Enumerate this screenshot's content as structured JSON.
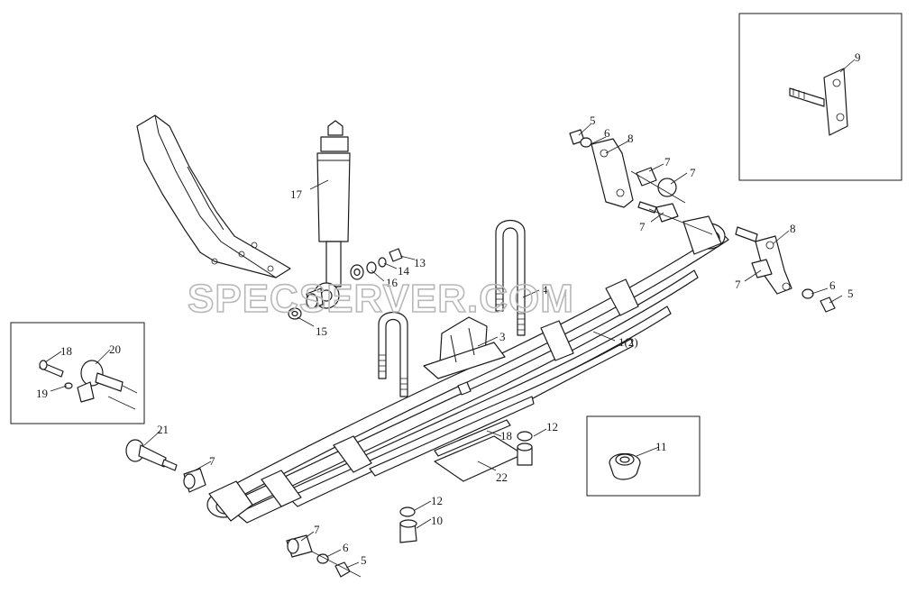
{
  "watermark": "SPECSERVER.COM",
  "callouts": {
    "c1": "1(2)",
    "c3": "3",
    "c4": "4",
    "c5": "5",
    "c6": "6",
    "c7": "7",
    "c8": "8",
    "c9": "9",
    "c10": "10",
    "c11": "11",
    "c12": "12",
    "c13": "13",
    "c14": "14",
    "c15": "15",
    "c16": "16",
    "c17": "17",
    "c18": "18",
    "c19": "19",
    "c20": "20",
    "c21": "21",
    "c22": "22"
  }
}
